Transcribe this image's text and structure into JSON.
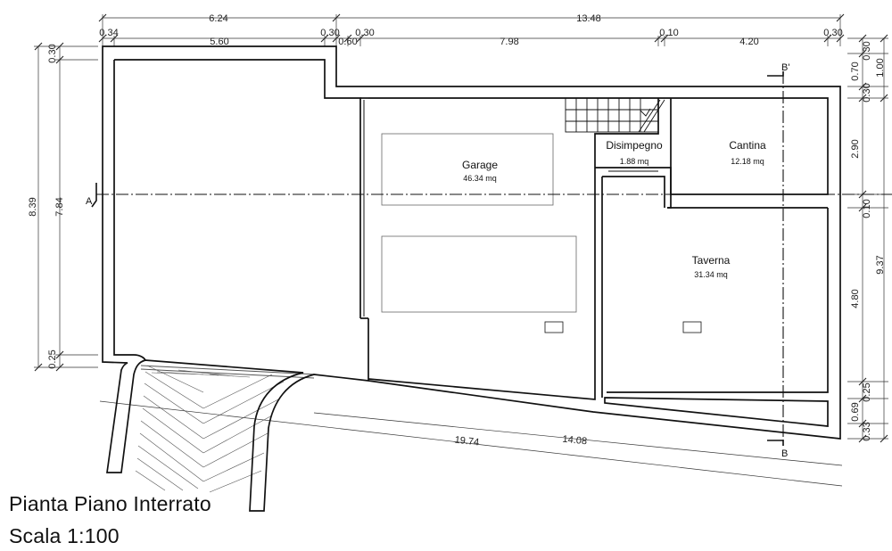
{
  "title": {
    "line1": "Pianta Piano Interrato",
    "line2": "Scala 1:100"
  },
  "rooms": {
    "garage": {
      "name": "Garage",
      "area": "46.34 mq"
    },
    "disimpegno": {
      "name": "Disimpegno",
      "area": "1.88 mq"
    },
    "cantina": {
      "name": "Cantina",
      "area": "12.18 mq"
    },
    "taverna": {
      "name": "Taverna",
      "area": "31.34 mq"
    }
  },
  "section_marks": {
    "a": "A",
    "b_top": "B'",
    "b_bottom": "B"
  },
  "dimensions": {
    "top_overall_left": "6.24",
    "top_overall_right": "13.48",
    "top_0_34": "0.34",
    "top_5_60": "5.60",
    "top_0_30a": "0.30",
    "top_0_60": "0.60",
    "top_0_30b": "0.30",
    "top_7_98": "7.98",
    "top_0_10": "0.10",
    "top_4_20": "4.20",
    "top_0_30c": "0.30",
    "left_0_30": "0.30",
    "left_8_39": "8.39",
    "left_7_84": "7.84",
    "left_0_25": "0.25",
    "right_0_30a": "0.30",
    "right_0_70": "0.70",
    "right_1_00": "1.00",
    "right_0_30b": "0.30",
    "right_2_90": "2.90",
    "right_0_10": "0.10",
    "right_9_37": "9.37",
    "right_4_80": "4.80",
    "right_0_25": "0.25",
    "right_0_69": "0.69",
    "right_0_33": "0.33",
    "bottom_19_74": "19.74",
    "bottom_14_08": "14.08"
  }
}
